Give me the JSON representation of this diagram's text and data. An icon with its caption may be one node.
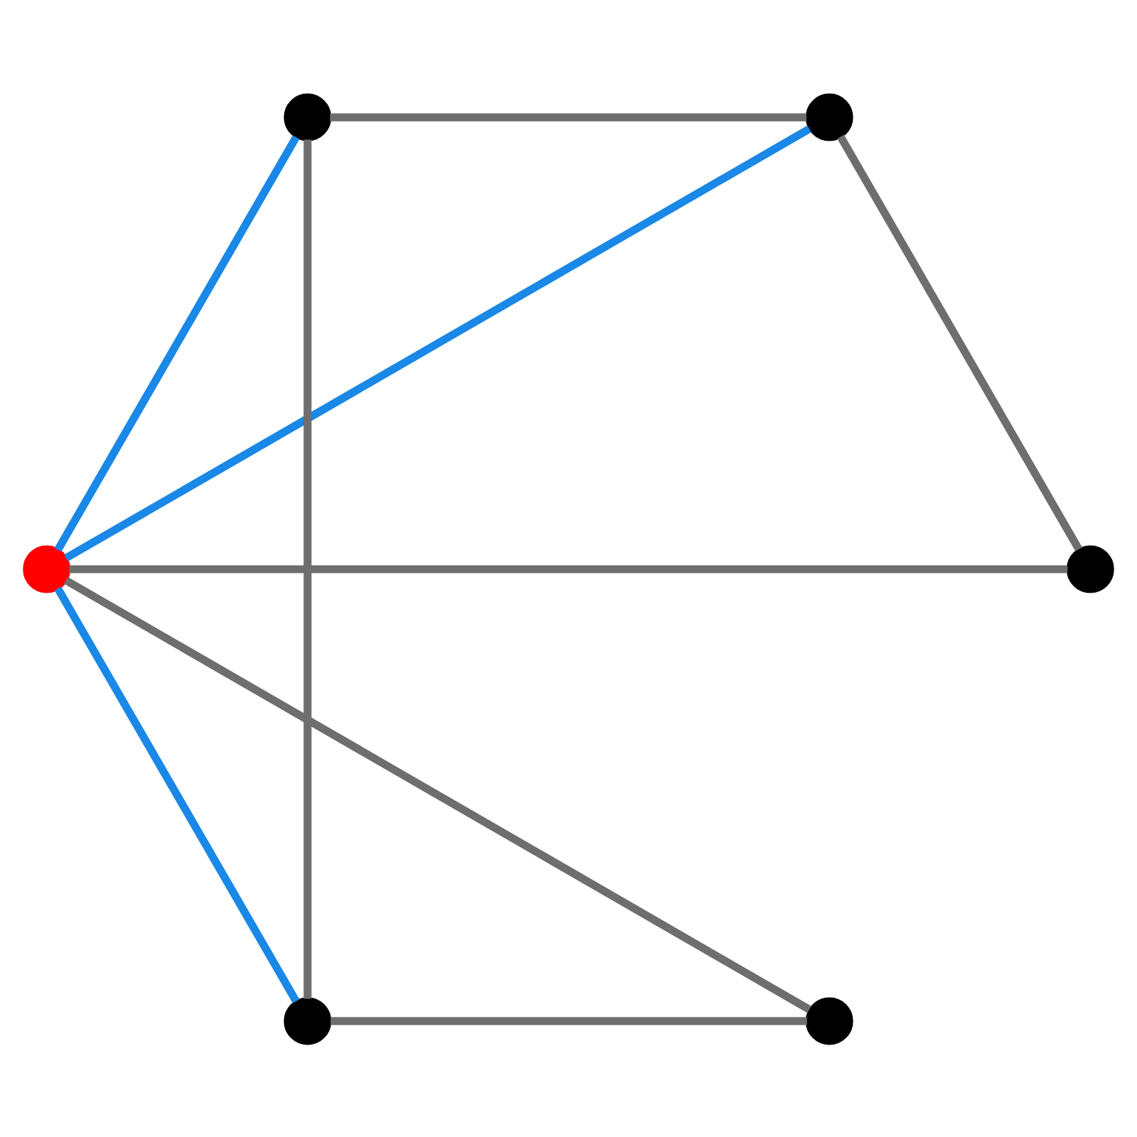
{
  "diagram": {
    "nodes": [
      {
        "text": [],
        "shape": "circle"
      },
      {
        "text": [],
        "shape": "circle"
      },
      {
        "text": [],
        "shape": "circle"
      },
      {
        "text": [],
        "shape": "circle"
      },
      {
        "text": [],
        "shape": "circle"
      },
      {
        "text": [],
        "shape": "circle"
      }
    ],
    "edges": [
      {
        "from": 0,
        "to": 1,
        "arrow": "none"
      },
      {
        "from": 1,
        "to": 3,
        "arrow": "none"
      },
      {
        "from": 3,
        "to": 5,
        "arrow": "none"
      },
      {
        "from": 5,
        "to": 4,
        "arrow": "none"
      },
      {
        "from": 4,
        "to": 2,
        "arrow": "none"
      },
      {
        "from": 2,
        "to": 0,
        "arrow": "none"
      },
      {
        "from": 0,
        "to": 3,
        "arrow": "none",
        "color": "#1a88e6"
      },
      {
        "from": 0,
        "to": 5,
        "arrow": "none",
        "color": "#1a88e6"
      },
      {
        "from": 0,
        "to": 4,
        "arrow": "none",
        "color": "#1a88e6"
      }
    ]
  }
}
